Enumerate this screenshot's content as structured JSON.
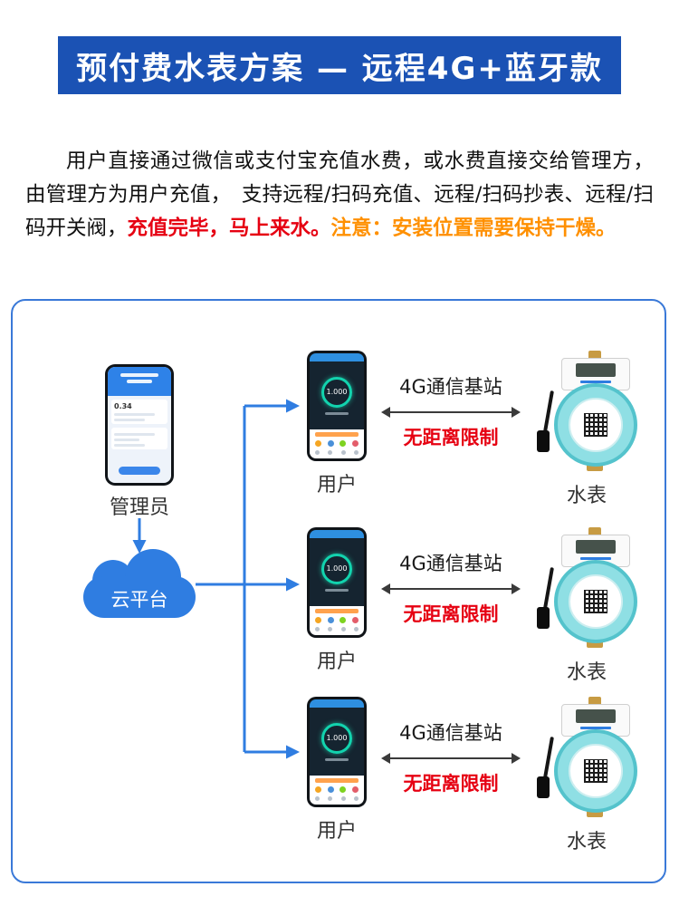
{
  "header": {
    "title": "预付费水表方案 — 远程4G+蓝牙款"
  },
  "intro": {
    "text_normal": "用户直接通过微信或支付宝充值水费，或水费直接交给管理方，由管理方为用户充值，　支持远程/扫码充值、远程/扫码抄表、远程/扫码开关阀，",
    "text_red": "充值完毕，马上来水。",
    "text_orange": "注意：安装位置需要保持干燥。"
  },
  "colors": {
    "banner_bg": "#1b52b4",
    "accent_blue": "#2f7de1",
    "alert_red": "#e60012",
    "warn_orange": "#ff9000",
    "meter_teal": "#54c3cc"
  },
  "diagram": {
    "admin": {
      "label": "管理员",
      "phone_value": "0.34"
    },
    "cloud": {
      "label": "云平台"
    },
    "user_phone": {
      "gauge_value": "1.000"
    },
    "rows": [
      {
        "user_label": "用户",
        "link_label": "4G通信基站",
        "link_note": "无距离限制",
        "meter_label": "水表"
      },
      {
        "user_label": "用户",
        "link_label": "4G通信基站",
        "link_note": "无距离限制",
        "meter_label": "水表"
      },
      {
        "user_label": "用户",
        "link_label": "4G通信基站",
        "link_note": "无距离限制",
        "meter_label": "水表"
      }
    ]
  }
}
